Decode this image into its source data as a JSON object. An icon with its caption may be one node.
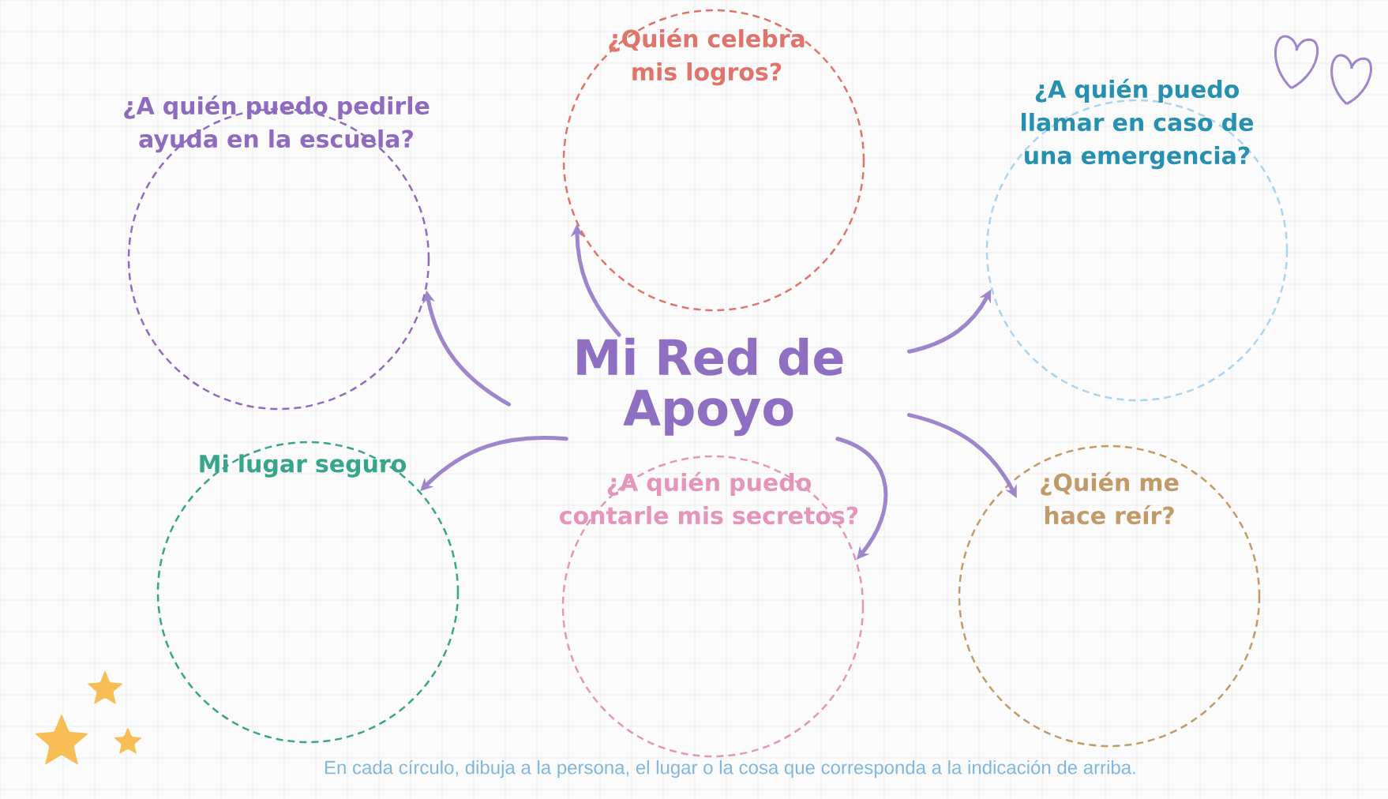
{
  "diagram": {
    "nodes": [
      {
        "text": [
          "Mi Red de Apoyo"
        ]
      },
      {
        "text": [
          "¿A quién puedo pedirle ayuda en la escuela?"
        ]
      },
      {
        "text": [
          "¿Quién celebra mis logros?"
        ]
      },
      {
        "text": [
          "¿A quién puedo llamar en caso de una emergencia?"
        ]
      },
      {
        "text": [
          "Mi lugar seguro"
        ]
      },
      {
        "text": [
          "¿A quién puedo contarle mis secretos?"
        ]
      },
      {
        "text": [
          "¿Quién me hace reír?"
        ]
      }
    ],
    "edges": [
      {
        "from": 0,
        "to": 1,
        "arrow": "to"
      },
      {
        "from": 0,
        "to": 2,
        "arrow": "to"
      },
      {
        "from": 0,
        "to": 3,
        "arrow": "to"
      },
      {
        "from": 0,
        "to": 4,
        "arrow": "to"
      },
      {
        "from": 0,
        "to": 5,
        "arrow": "to"
      },
      {
        "from": 0,
        "to": 6,
        "arrow": "to"
      }
    ],
    "labels": [
      "En cada círculo, dibuja a la persona, el lugar o la cosa que corresponda a la indicación de arriba."
    ]
  }
}
